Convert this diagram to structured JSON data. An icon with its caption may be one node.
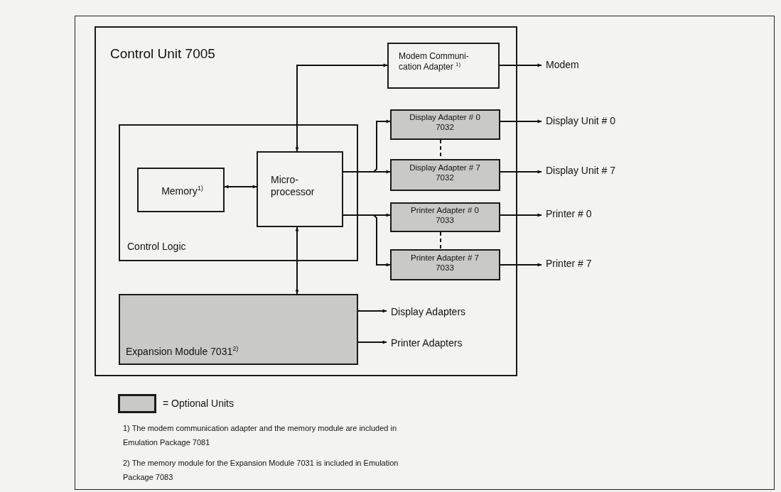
{
  "diagram": {
    "nodes": [
      {
        "text": [
          "Control Unit 7005"
        ]
      },
      {
        "text": [
          "Modem Communi- cation Adapter $^{1)}$"
        ],
        "in": 0
      },
      {
        "text": [
          "Control Logic"
        ],
        "in": 0
      },
      {
        "text": [
          "Memory$^{1)}$"
        ],
        "in": 2
      },
      {
        "text": [
          "Micro- processor"
        ],
        "in": 2
      },
      {
        "text": [
          "Display Adapter # 0 7032"
        ],
        "in": 0
      },
      {
        "text": [
          "Display Adapter # 7 7032"
        ],
        "in": 0
      },
      {
        "text": [
          "Printer Adapter # 0 7033"
        ],
        "in": 0
      },
      {
        "text": [
          "Printer Adapter # 7 7033"
        ],
        "in": 0
      },
      {
        "text": [
          "Expansion Module 7031$^{2)}$"
        ],
        "in": 0
      },
      {
        "text": [
          "Modem"
        ]
      },
      {
        "text": [
          "Display Unit # 0"
        ]
      },
      {
        "text": [
          "Display Unit # 7"
        ]
      },
      {
        "text": [
          "Printer # 0"
        ]
      },
      {
        "text": [
          "Printer # 7"
        ]
      },
      {
        "text": [
          "Display Adapters"
        ],
        "in": 0
      },
      {
        "text": [
          "Printer Adapters"
        ],
        "in": 0
      }
    ],
    "edges": [
      {
        "from": 4,
        "to": 1,
        "arrow": "both"
      },
      {
        "from": 3,
        "to": 4,
        "arrow": "both"
      },
      {
        "from": 4,
        "to": 6,
        "arrow": "to"
      },
      {
        "from": 4,
        "to": 5,
        "arrow": "to"
      },
      {
        "from": 4,
        "to": 7,
        "arrow": "to"
      },
      {
        "from": 4,
        "to": 8,
        "arrow": "to"
      },
      {
        "from": 5,
        "to": 6,
        "arrow": "none",
        "style": "dashed"
      },
      {
        "from": 7,
        "to": 8,
        "arrow": "none",
        "style": "dashed"
      },
      {
        "from": 4,
        "to": 9,
        "arrow": "both"
      },
      {
        "from": 1,
        "to": 10,
        "arrow": "to"
      },
      {
        "from": 5,
        "to": 11,
        "arrow": "to"
      },
      {
        "from": 6,
        "to": 12,
        "arrow": "to"
      },
      {
        "from": 7,
        "to": 13,
        "arrow": "to"
      },
      {
        "from": 8,
        "to": 14,
        "arrow": "to"
      },
      {
        "from": 9,
        "to": 15,
        "arrow": "to"
      },
      {
        "from": 9,
        "to": 16,
        "arrow": "to"
      }
    ],
    "labels": [
      "1) The modem communication adapter and the memory module are included in Emulation Package 7081",
      "2) The memory module for the Expansion Module 7031 is included in Emulation Package 7083"
    ],
    "legend": [
      {
        "text": "= Optional Units",
        "color": "#c9c9c7"
      }
    ]
  }
}
